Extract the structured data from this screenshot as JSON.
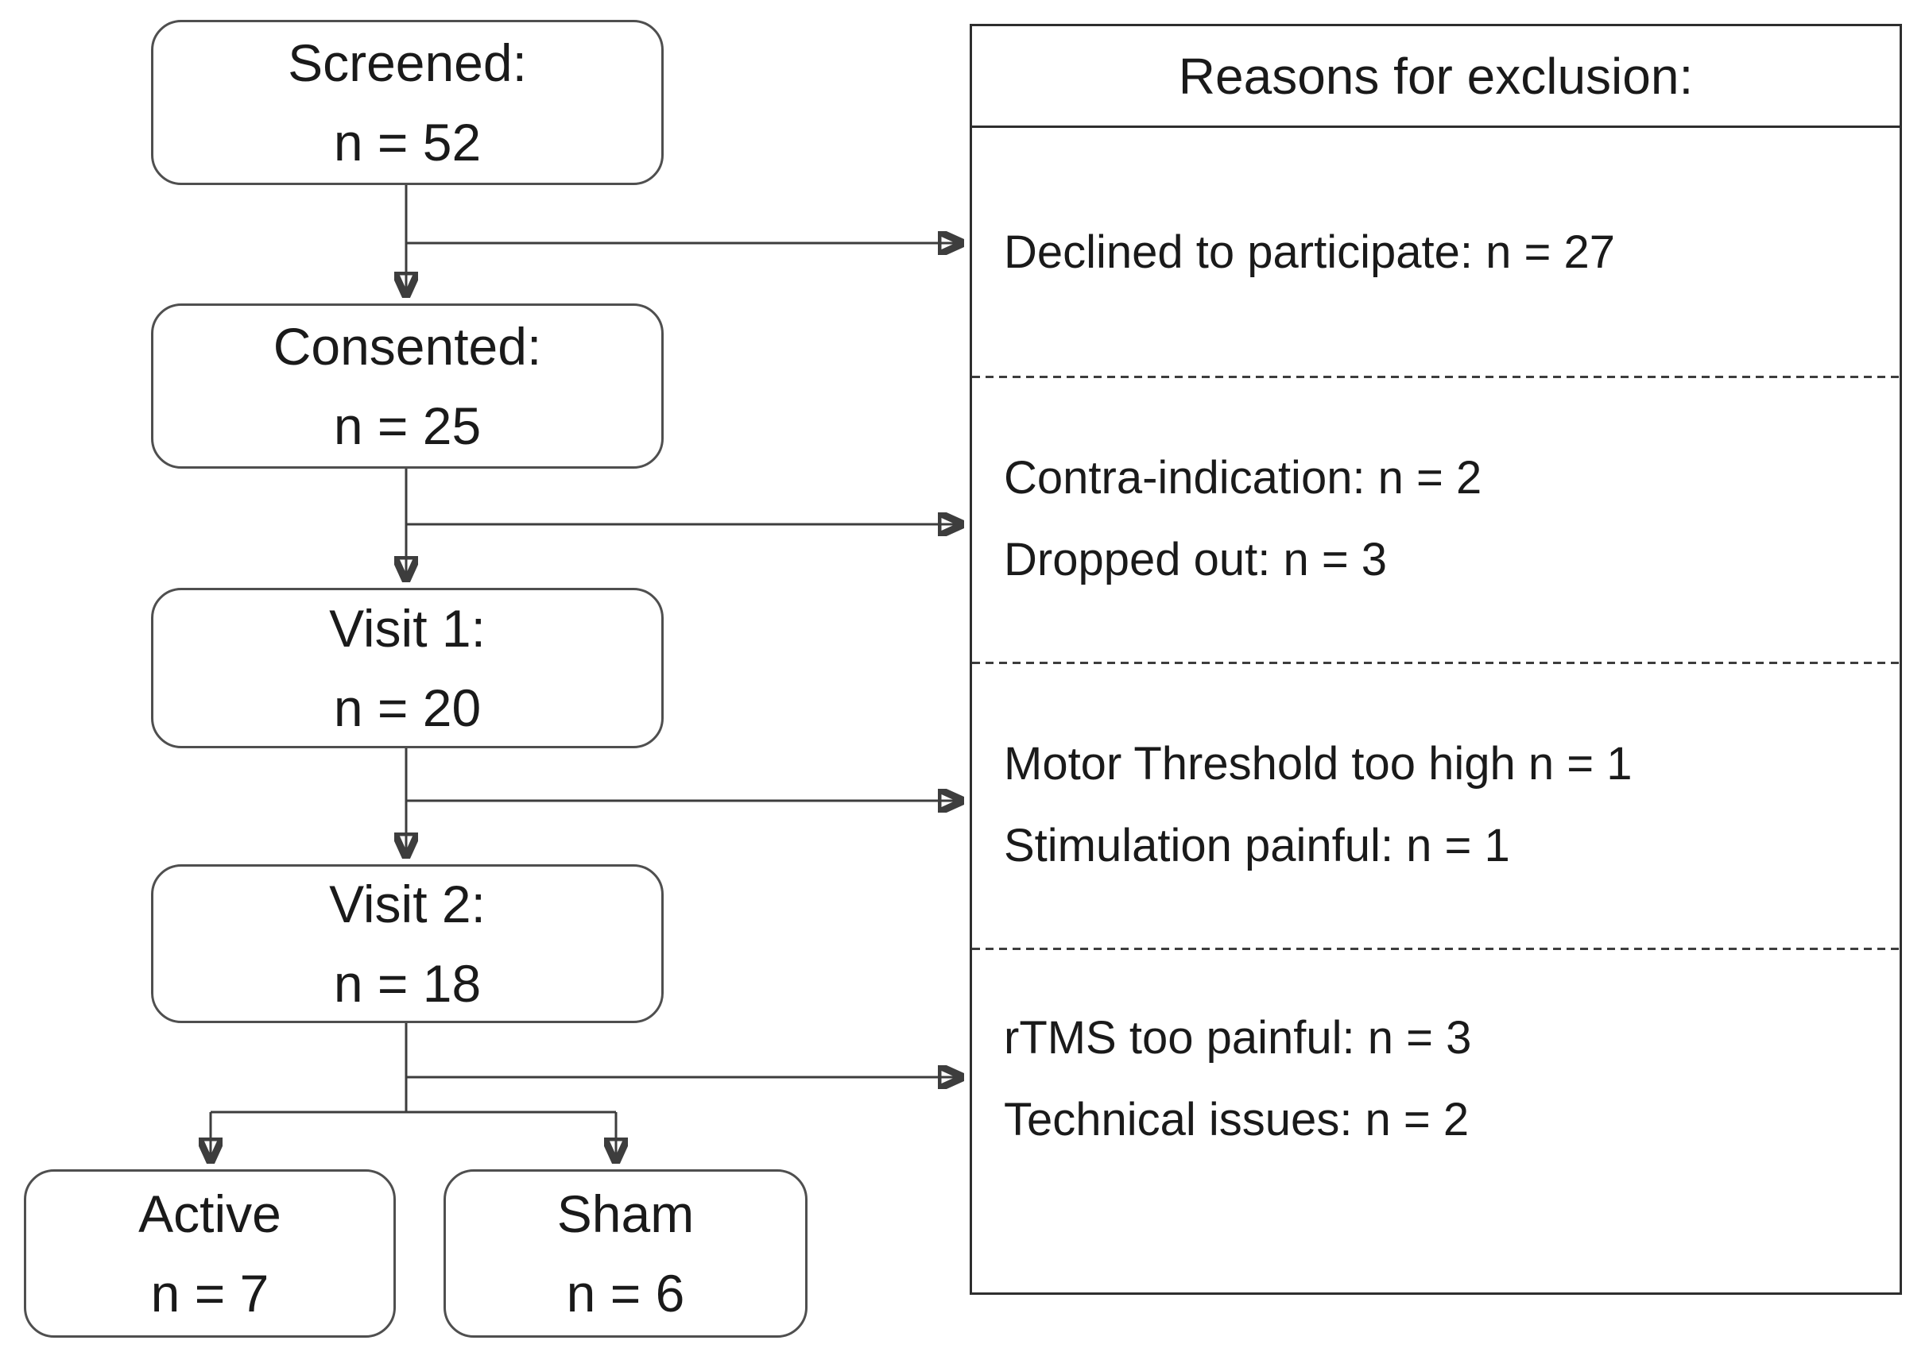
{
  "figure": {
    "type": "participant-flow-diagram",
    "boxes": [
      {
        "id": "screened",
        "line1": "Screened:",
        "line2": "n = 52"
      },
      {
        "id": "consented",
        "line1": "Consented:",
        "line2": "n = 25"
      },
      {
        "id": "visit1",
        "line1": "Visit 1:",
        "line2": "n = 20"
      },
      {
        "id": "visit2",
        "line1": "Visit 2:",
        "line2": "n = 18"
      },
      {
        "id": "active",
        "line1": "Active",
        "line2": "n = 7"
      },
      {
        "id": "sham",
        "line1": "Sham",
        "line2": "n = 6"
      }
    ],
    "exclusion_panel": {
      "title": "Reasons for exclusion:",
      "sections": [
        {
          "lines": [
            "Declined to participate: n = 27"
          ]
        },
        {
          "lines": [
            "Contra-indication: n = 2",
            "Dropped out: n = 3"
          ]
        },
        {
          "lines": [
            "Motor Threshold too high n = 1",
            "Stimulation painful: n = 1"
          ]
        },
        {
          "lines": [
            "rTMS too painful: n = 3",
            "Technical issues: n = 2"
          ]
        }
      ]
    }
  },
  "colors": {
    "line": "#3d3d3d",
    "box-border": "#4f4f4f",
    "panel-border": "#2e2e2e",
    "text": "#1a1a1a",
    "bg": "#ffffff"
  }
}
